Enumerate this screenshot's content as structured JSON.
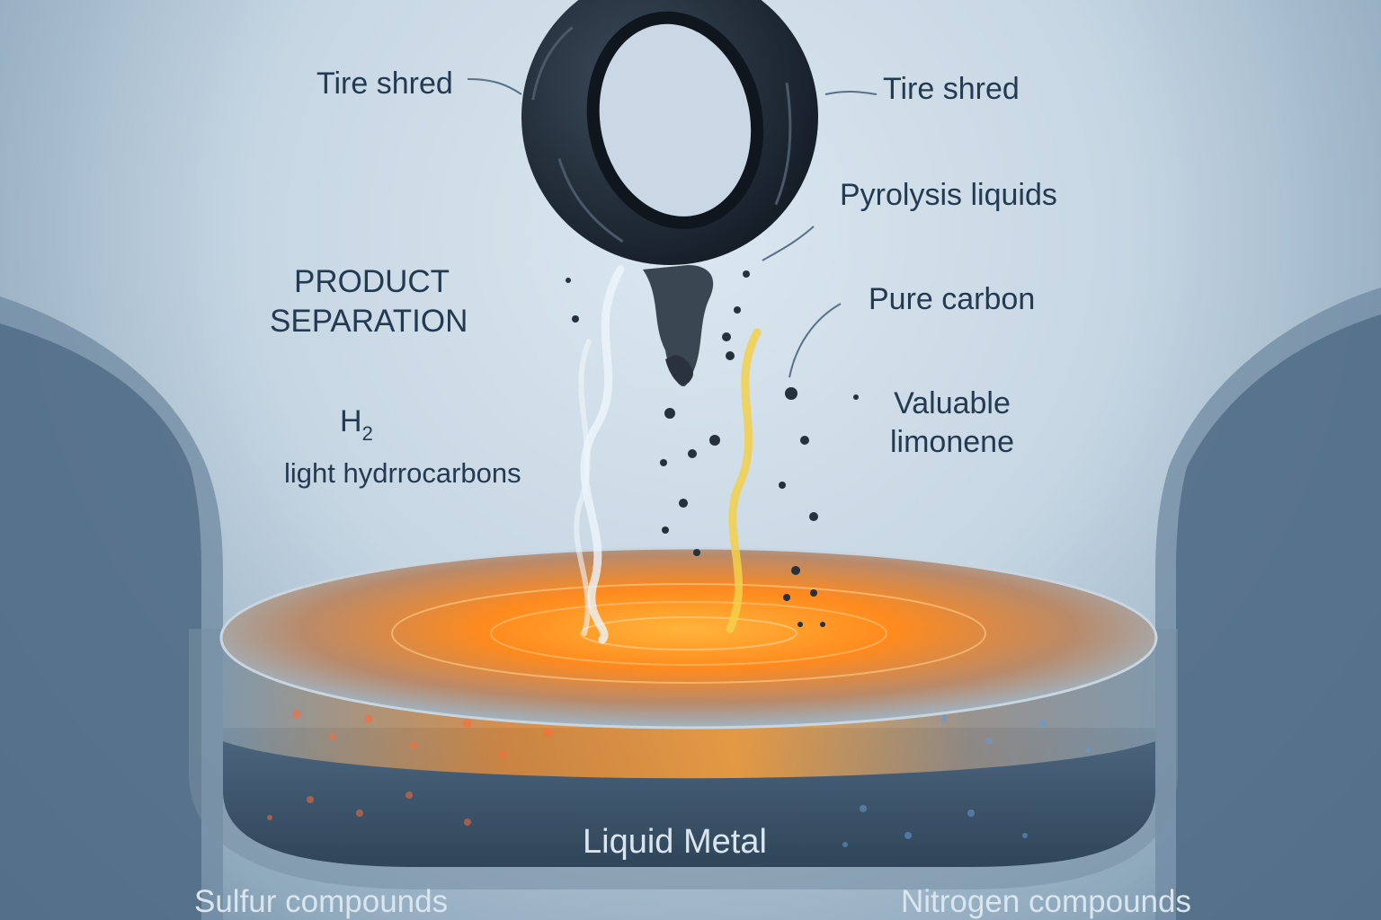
{
  "labels": {
    "tire_shred_left": "Tire shred",
    "tire_shred_right": "Tire shred",
    "pyrolysis_liquids": "Pyrolysis liquids",
    "pure_carbon": "Pure carbon",
    "valuable_limonene_line1": "Valuable",
    "valuable_limonene_line2": "limonene",
    "product_separation_line1": "PRODUCT",
    "product_separation_line2": "SEPARATION",
    "h2_base": "H",
    "h2_sub": "2",
    "light_hydrocarbons": "light hydrrocarbons",
    "liquid_metal": "Liquid Metal",
    "sulfur_compounds": "Sulfur compounds",
    "nitrogen_compounds": "Nitrogen compounds"
  },
  "colors": {
    "background": "#c6d6e3",
    "vessel": "#5d7a93",
    "molten_metal": "#ff8c1a",
    "tire": "#1f2a36",
    "gas_stream": "#e8f2f8",
    "limonene_stream": "#f2d04a",
    "label_text": "#243a50"
  }
}
